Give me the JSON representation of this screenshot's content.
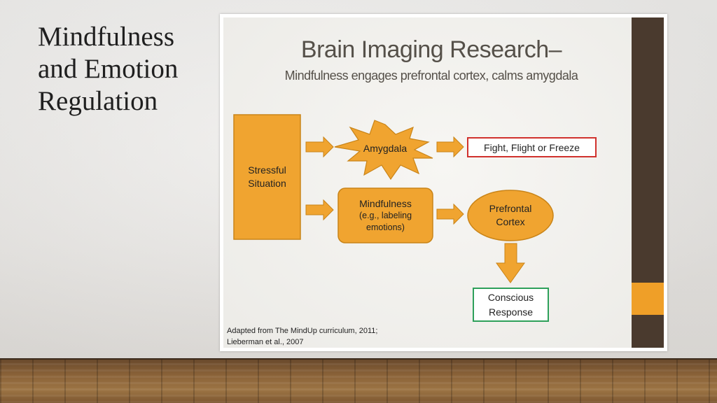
{
  "slide": {
    "title_lines": [
      "Mindfulness",
      "and Emotion",
      "Regulation"
    ]
  },
  "diagram": {
    "title": "Brain Imaging Research–",
    "subtitle": "Mindfulness engages prefrontal cortex, calms  amygdala",
    "nodes": {
      "stressful_situation": [
        "Stressful",
        "Situation"
      ],
      "amygdala": "Amygdala",
      "fight_flight": "Fight, Flight or Freeze",
      "mindfulness": [
        "Mindfulness",
        "(e.g., labeling",
        "emotions)"
      ],
      "prefrontal_cortex": [
        "Prefrontal",
        "Cortex"
      ],
      "conscious_response": [
        "Conscious",
        "Response"
      ]
    },
    "citation": [
      "Adapted from The MindUp curriculum, 2011;",
      "Lieberman et al., 2007"
    ]
  },
  "colors": {
    "node_fill": "#f0a430",
    "node_stroke": "#c98418",
    "red_border": "#d0312d",
    "green_border": "#2ea05a",
    "side_bar_dark": "#4a3a2e",
    "side_bar_accent": "#ef9f28"
  }
}
